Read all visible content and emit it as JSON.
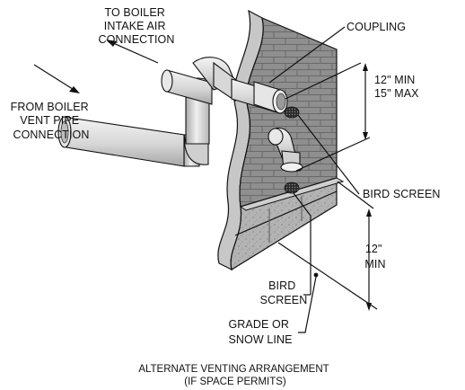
{
  "labels": {
    "to_boiler_intake": [
      "TO BOILER",
      "INTAKE AIR",
      "CONNECTION"
    ],
    "from_boiler_vent": [
      "FROM BOILER",
      "VENT PIPE",
      "CONNECTION"
    ],
    "coupling": "COUPLING",
    "spacing_upper": [
      "12\" MIN",
      "15\" MAX"
    ],
    "bird_screen_right": "BIRD SCREEN",
    "spacing_lower": [
      "12\"",
      "MIN"
    ],
    "bird_screen_bottom": [
      "BIRD",
      "SCREEN"
    ],
    "grade_line": [
      "GRADE OR",
      "SNOW LINE"
    ]
  },
  "caption": [
    "ALTERNATE VENTING ARRANGEMENT",
    "(IF SPACE PERMITS)"
  ],
  "colors": {
    "brick": "#8c8c8c",
    "mortar": "#6f6f6f",
    "foundation": "#a9a9a9",
    "pipe": "#d9d9d9",
    "line": "#111111"
  }
}
